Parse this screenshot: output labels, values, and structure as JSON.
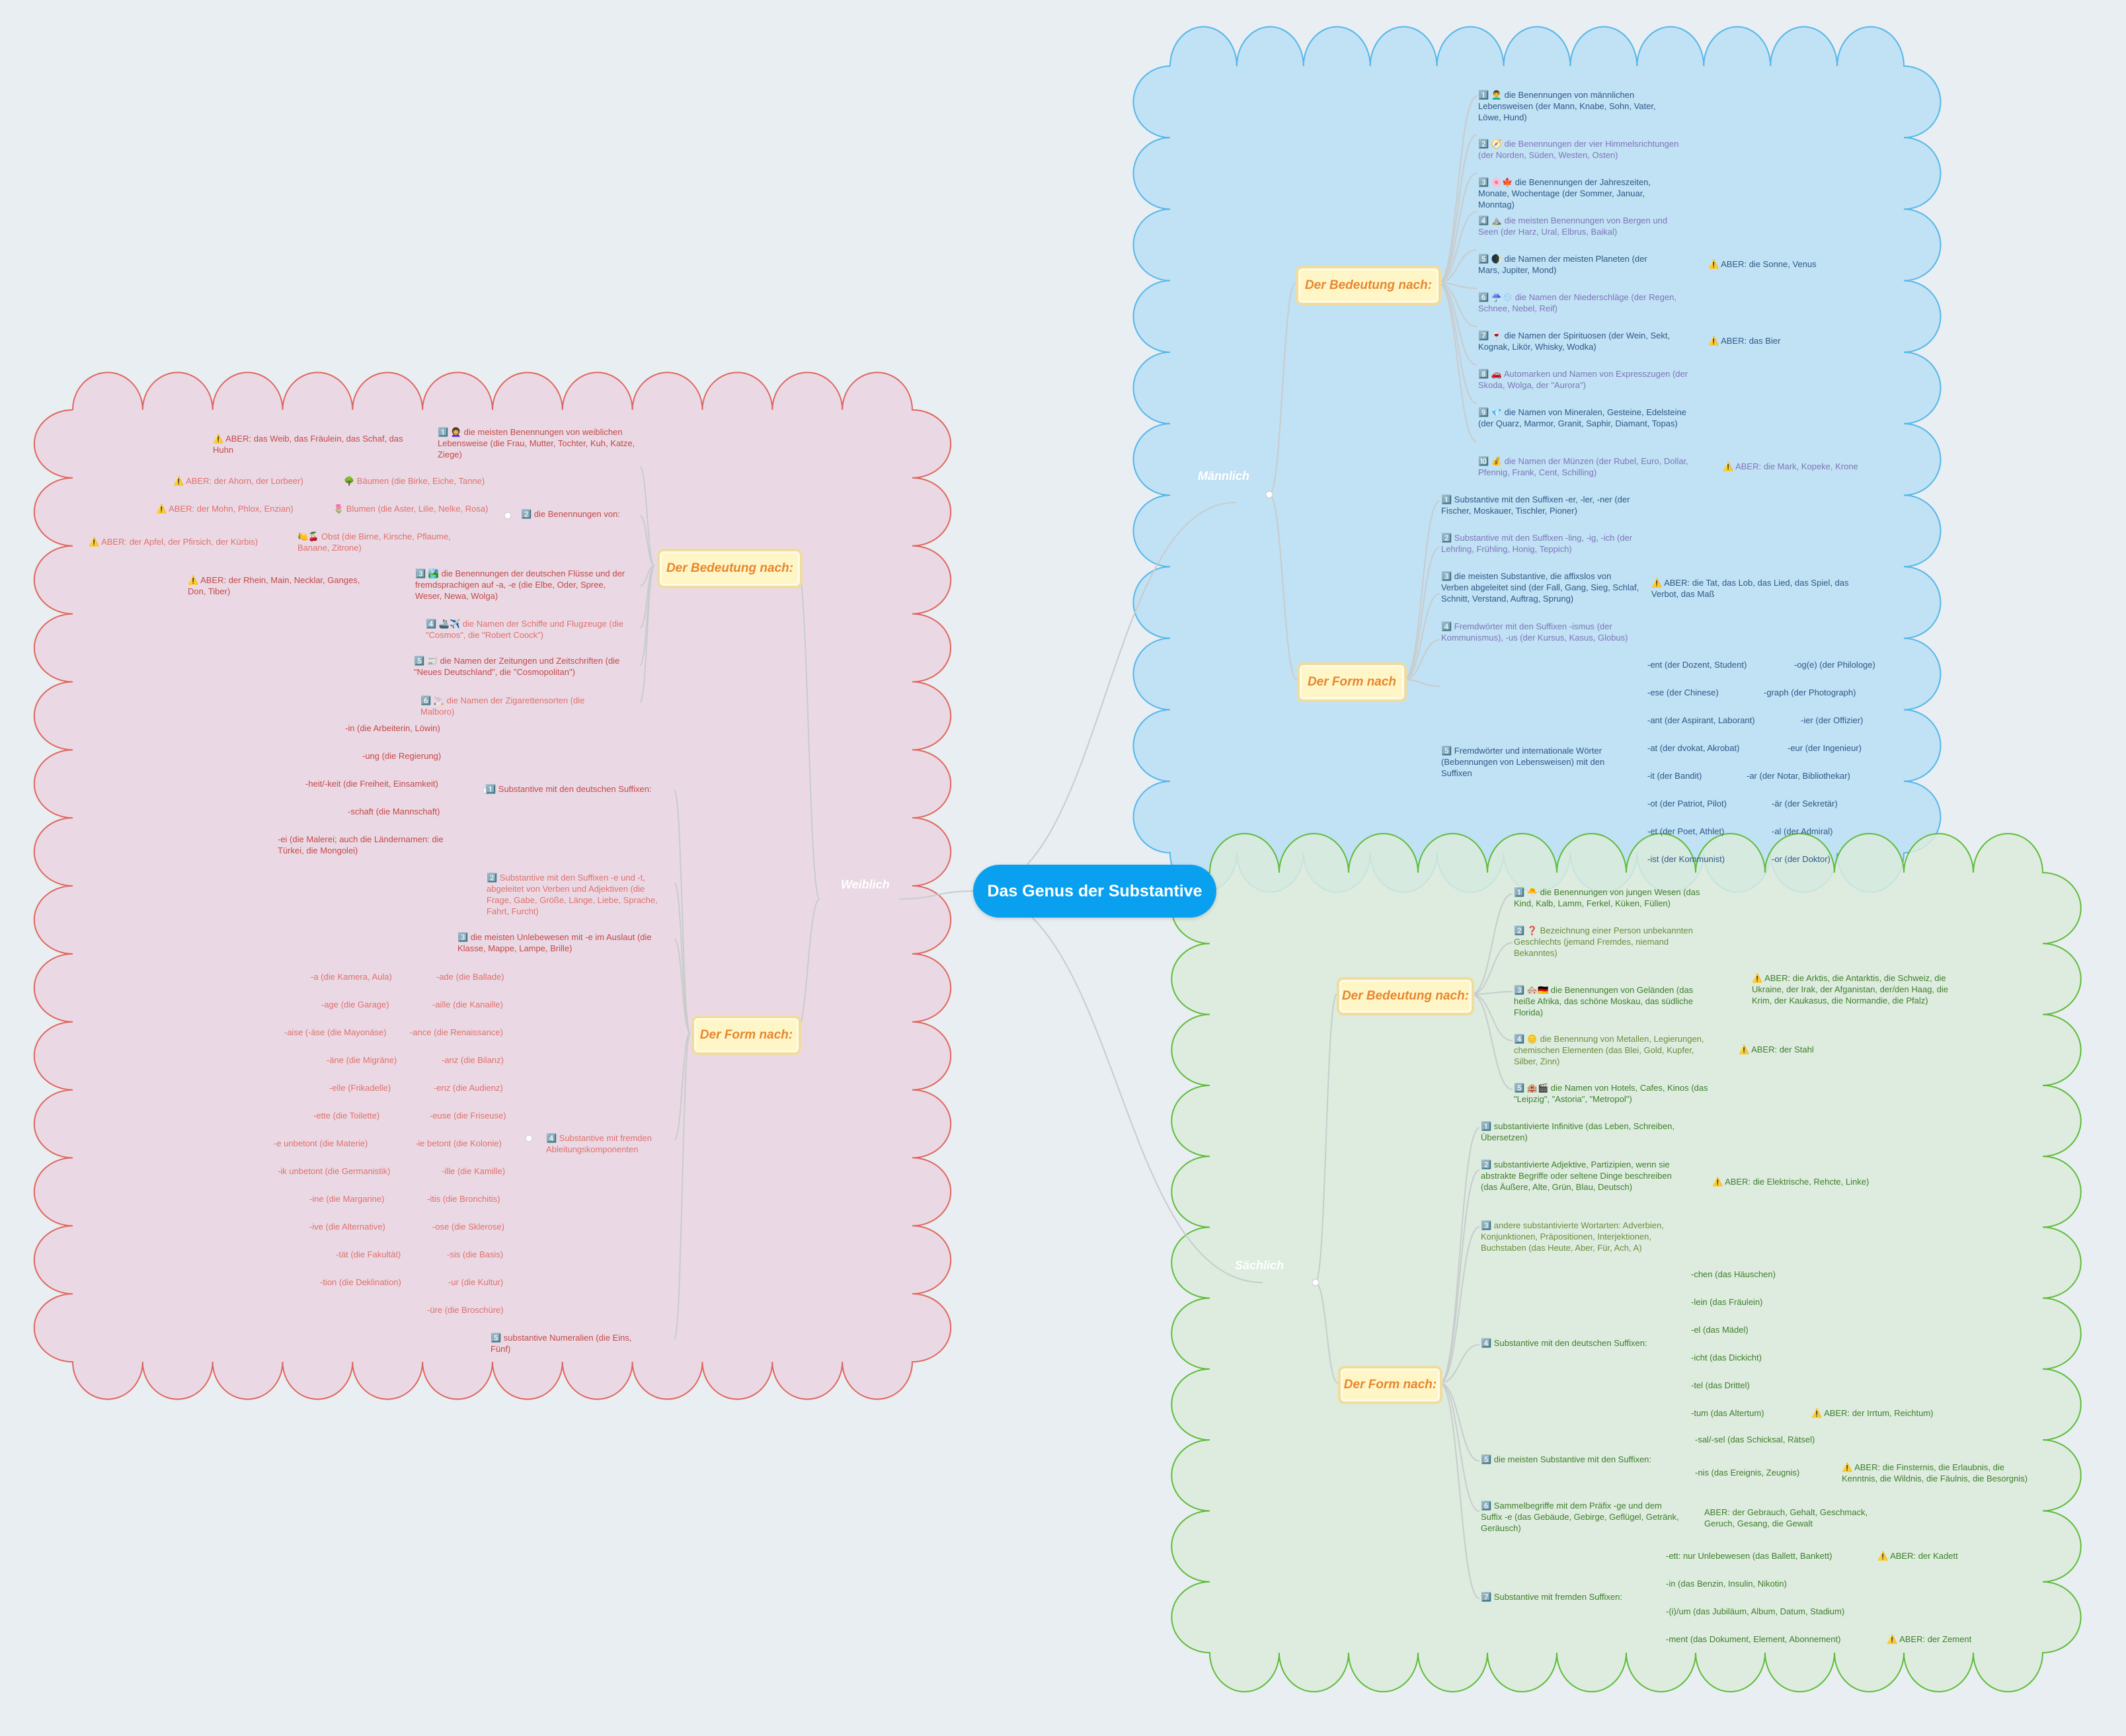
{
  "root": "Das Genus der Substantive",
  "weiblich": {
    "label": "Weiblich",
    "bedeutung": {
      "label": "Der Bedeutung nach:",
      "lebewesen": "1️⃣ 👩‍🦱 die meisten Benennungen von weiblichen Lebensweise (die Frau, Mutter, Tochter, Kuh, Katze, Ziege)",
      "lebewesen_aber": "⚠️ ABER: das Weib, das Fräulein, das Schaf, das Huhn",
      "benennungen": "2️⃣ die Benennungen von:",
      "baeume": "🌳 Bäumen (die Birke, Eiche, Tanne)",
      "baeume_aber": "⚠️ ABER: der Ahorn, der Lorbeer)",
      "blumen": "🌷 Blumen (die Aster, Lilie, Nelke, Rosa)",
      "blumen_aber": "⚠️ ABER: der Mohn, Phlox, Enzian)",
      "obst": "🍋🍒 Obst (die Birne, Kirsche, Pflaume, Banane, Zitrone)",
      "obst_aber": "⚠️ ABER: der Apfel, der Pfirsich, der Kürbis)",
      "fluesse": "3️⃣ 🏞️ die Benennungen der deutschen Flüsse und der fremdsprachigen auf -a, -e (die Elbe, Oder, Spree, Weser, Newa, Wolga)",
      "fluesse_aber": "⚠️ ABER: der Rhein, Main, Necklar, Ganges, Don, Tiber)",
      "schiffe": "4️⃣ 🚢✈️ die Namen der Schiffe und Flugzeuge (die \"Cosmos\", die \"Robert Coock\")",
      "zeitungen": "5️⃣ 📰 die Namen der Zeitungen und Zeitschriften (die \"Neues Deutschland\", die \"Cosmopolitan\")",
      "zigaretten": "6️⃣ 🚬 die Namen der Zigarettensorten (die Malboro)"
    },
    "form": {
      "label": "Der Form nach:",
      "dt_suffixe": "1️⃣ Substantive mit den deutschen Suffixen:",
      "dt_list": [
        "-in (die Arbeiterin, Löwin)",
        "-ung (die Regierung)",
        "-heit/-keit (die Freiheit, Einsamkeit)",
        "-schaft (die Mannschaft)",
        "-ei (die Malerei; auch die Ländernamen: die Türkei, die Mongolei)"
      ],
      "t_suffixe": "2️⃣ Substantive mit den Suffixen -e und -t, abgeleitet von Verben und Adjektiven (die Frage, Gabe, Größe, Länge, Liebe, Sprache, Fahrt, Furcht)",
      "unlebewesen": "3️⃣ die meisten Unlebewesen mit -e im Auslaut (die Klasse, Mappe, Lampe, Brille)",
      "fremd": "4️⃣ Substantive mit fremden Ableitungskomponenten",
      "fremd_left": [
        "-a (die Kamera, Aula)",
        "-age (die Garage)",
        "-aise (-äse (die Mayonäse)",
        "-äne (die Migräne)",
        "-elle (Frikadelle)",
        "-ette (die Toilette)",
        "-e unbetont (die Materie)",
        "-ik unbetont (die Germanistik)",
        "-ine (die Margarine)",
        "-ive (die Alternative)",
        "-tät (die Fakultät)",
        "-tion (die Deklination)"
      ],
      "fremd_right": [
        "-ade (die Ballade)",
        "-aille (die Kanaille)",
        "-ance (die Renaissance)",
        "-anz (die Bilanz)",
        "-enz (die Audienz)",
        "-euse (die Friseuse)",
        "-ie betont (die Kolonie)",
        "-ille (die Kamille)",
        "-itis (die Bronchitis)",
        "-ose (die Sklerose)",
        "-sis (die Basis)",
        "-ur (die Kultur)",
        "-üre (die Broschüre)"
      ],
      "numeralien": "5️⃣ substantive Numeralien (die Eins, Fünf)"
    }
  },
  "maennlich": {
    "label": "Männlich",
    "bedeutung": {
      "label": "Der Bedeutung nach:",
      "items": [
        "1️⃣ 👨‍🦱 die Benennungen von männlichen Lebensweisen (der Mann, Knabe, Sohn, Vater, Löwe, Hund)",
        "2️⃣ 🧭 die Benennungen der vier Himmelsrichtungen (der Norden, Süden, Westen, Osten)",
        "3️⃣ 🌸🍁 die Benennungen der Jahreszeiten, Monate, Wochentage (der Sommer, Januar, Monntag)",
        "4️⃣ ⛰️ die meisten Benennungen von Bergen und Seen (der Harz, Ural, Elbrus, Baikal)",
        "5️⃣ 🌒 die Namen der meisten Planeten (der Mars, Jupiter, Mond)",
        "6️⃣ ☔❄️ die Namen der Niederschläge (der Regen, Schnee, Nebel, Reif)",
        "7️⃣ 🍷 die Namen der Spirituosen (der Wein, Sekt, Kognak, Likör, Whisky, Wodka)",
        "8️⃣ 🚗 Automarken und Namen von Expresszugen (der Skoda, Wolga, der \"Aurora\")",
        "9️⃣ 💎 die Namen von Mineralen, Gesteine, Edelsteine (der Quarz, Marmor, Granit, Saphir, Diamant, Topas)",
        "🔟 💰 die Namen der Münzen (der Rubel, Euro, Dollar, Pfennig, Frank, Cent, Schilling)"
      ],
      "aber_planeten": "⚠️ ABER: die Sonne, Venus",
      "aber_bier": "⚠️ ABER: das Bier",
      "aber_muenzen": "⚠️ ABER: die Mark, Kopeke, Krone"
    },
    "form": {
      "label": "Der Form nach",
      "items": [
        "1️⃣ Substantive mit den Suffixen -er, -ler, -ner (der Fischer, Moskauer, Tischler, Pioner)",
        "2️⃣ Substantive mit den Suffixen -ling, -ig, -ich (der Lehrling, Frühling, Honig, Teppich)",
        "3️⃣ die meisten Substantive, die affixslos von Verben abgeleitet sind (der Fall, Gang, Sieg, Schlaf, Schnitt, Verstand, Auftrag, Sprung)",
        "4️⃣ Fremdwörter mit den Suffixen -ismus (der Kommunismus), -us (der Kursus, Kasus, Globus)",
        "5️⃣ Fremdwörter und internationale Wörter (Bebennungen von Lebensweisen) mit den Suffixen"
      ],
      "aber_verben": "⚠️ ABER: die Tat, das Lob, das Lied, das Spiel, das Verbot, das Maß",
      "suffix_left": [
        "-ent (der Dozent, Student)",
        "-ese (der Chinese)",
        "-ant (der Aspirant, Laborant)",
        "-at (der dvokat, Akrobat)",
        "-it (der Bandit)",
        "-ot (der Patriot, Pilot)",
        "-et (der Poet, Athlet)",
        "-ist (der Kommunist)"
      ],
      "suffix_right": [
        "-og(e) (der Philologe)",
        "-graph (der Photograph)",
        "-ier (der Offizier)",
        "-eur (der Ingenieur)",
        "-ar (der Notar, Bibliothekar)",
        "-är (der Sekretär)",
        "-al (der Admiral)",
        "-or (der Doktor)"
      ]
    }
  },
  "saechlich": {
    "label": "Sächlich",
    "bedeutung": {
      "label": "Der Bedeutung nach:",
      "items": [
        "1️⃣ 🐣 die Benennungen von jungen Wesen (das Kind, Kalb, Lamm, Ferkel, Küken, Füllen)",
        "2️⃣ ❓ Bezeichnung einer Person unbekannten Geschlechts (jemand Fremdes, niemand Bekanntes)",
        "3️⃣ 🏘️🇩🇪 die Benennungen von Geländen (das heiße Afrika, das schöne Moskau, das südliche Florida)",
        "4️⃣ 🪙 die Benennung von Metallen, Legierungen, chemischen Elementen (das Blei, Gold, Kupfer, Silber, Zinn)",
        "5️⃣ 🏨🎬 die Namen von Hotels, Cafes, Kinos (das \"Leipzig\", \"Astoria\", \"Metropol\")"
      ],
      "aber_gelaende": "⚠️ ABER: die Arktis, die Antarktis, die Schweiz, die Ukraine, der Irak, der Afganistan, der/den Haag, die Krim, der Kaukasus, die Normandie, die Pfalz)",
      "aber_metall": "⚠️ ABER: der Stahl"
    },
    "form": {
      "label": "Der Form nach:",
      "infinitive": "1️⃣ substantivierte Infinitive (das Leben, Schreiben, Übersetzen)",
      "adjektive": "2️⃣ substantivierte Adjektive, Partizipien, wenn sie abstrakte Begriffe oder seltene Dinge beschreiben (das Äußere, Alte, Grün, Blau, Deutsch)",
      "adjektive_aber": "⚠️ ABER: die Elektrische, Rehcte, Linke)",
      "wortarten": "3️⃣ andere substantivierte Wortarten: Adverbien, Konjunktionen, Präpositionen, Interjektionen, Buchstaben (das Heute, Aber, Für, Ach, A)",
      "dt_suffixe": "4️⃣ Substantive mit den deutschen Suffixen:",
      "dt_list": [
        "-chen (das Häuschen)",
        "-lein (das Fräulein)",
        "-el (das Mädel)",
        "-icht (das Dickicht)",
        "-tel (das Drittel)",
        "-tum (das Altertum)"
      ],
      "tum_aber": "⚠️ ABER: der Irrtum, Reichtum)",
      "nis_label": "5️⃣ die meisten Substantive mit den Suffixen:",
      "sal": "-sal/-sel (das Schicksal, Rätsel)",
      "nis": "-nis (das Ereignis, Zeugnis)",
      "nis_aber": "⚠️ ABER: die Finsternis, die Erlaubnis, die Kenntnis, die Wildnis, die Fäulnis, die Besorgnis)",
      "ge": "6️⃣ Sammelbegriffe mit dem Präfix -ge und dem Suffix -e (das Gebäude, Gebirge, Geflügel, Getränk, Geräusch)",
      "ge_aber": "ABER: der Gebrauch, Gehalt, Geschmack, Geruch, Gesang, die Gewalt",
      "fremd": "7️⃣ Substantive mit fremden Suffixen:",
      "fremd_list": [
        "-ett: nur Unlebewesen (das Ballett, Bankett)",
        "-in (das Benzin, Insulin, Nikotin)",
        "-(i)/um (das Jubiläum, Album, Datum, Stadium)",
        "-ment (das Dokument, Element, Abonnement)"
      ],
      "kadett_aber": "⚠️ ABER: der Kadett",
      "zement_aber": "⚠️ ABER: der Zement"
    }
  },
  "colors": {
    "root": "#0aa0f0",
    "weiblich_fill": "#ead9e4",
    "weiblich_stroke": "#e0665f",
    "maennlich_fill": "#c1e1f4",
    "maennlich_stroke": "#55b7ea",
    "saechlich_fill": "#dbebdc",
    "saechlich_stroke": "#5fbc3a",
    "overlap_fill": "#b4dfe0",
    "link": "#c8cccc"
  }
}
